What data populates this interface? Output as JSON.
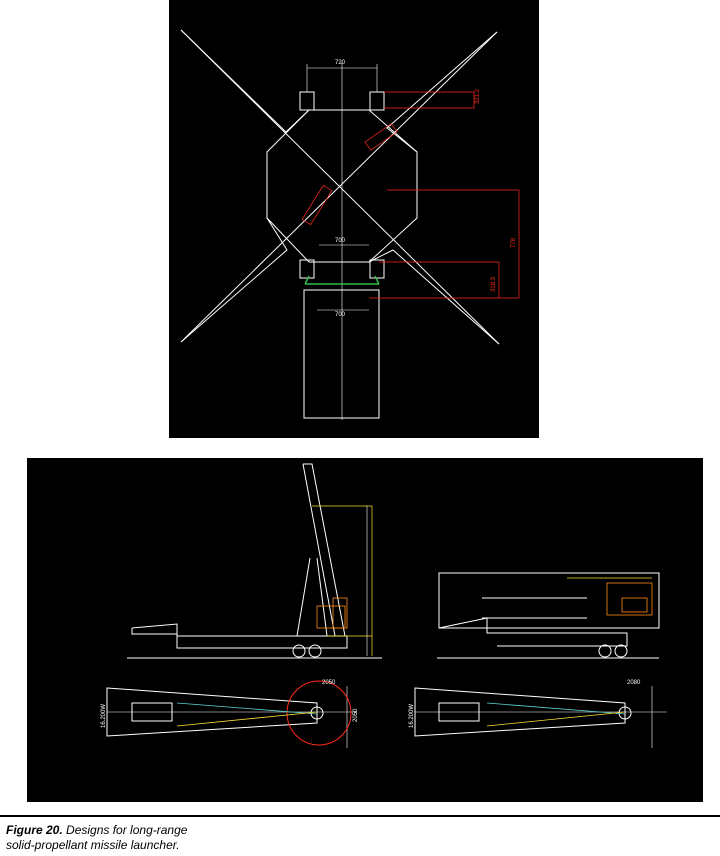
{
  "figure": {
    "label": "Figure 20.",
    "caption_line1": "Designs for long-range",
    "caption_line2": "solid-propellant missile launcher."
  },
  "top_drawing": {
    "dimensions": [
      "720",
      "321.2",
      "700",
      "778",
      "318.3",
      "700"
    ]
  },
  "bottom_drawing": {
    "dimensions": [
      "2050",
      "16.200W",
      "2050",
      "16.200W",
      "2080"
    ]
  },
  "colors": {
    "background": "#000000",
    "line": "#ffffff",
    "red": "#ff2a1a",
    "yellow": "#ffe033",
    "green": "#2fbf4a",
    "cyan": "#5fd6d6",
    "orange": "#ff8c1a"
  }
}
